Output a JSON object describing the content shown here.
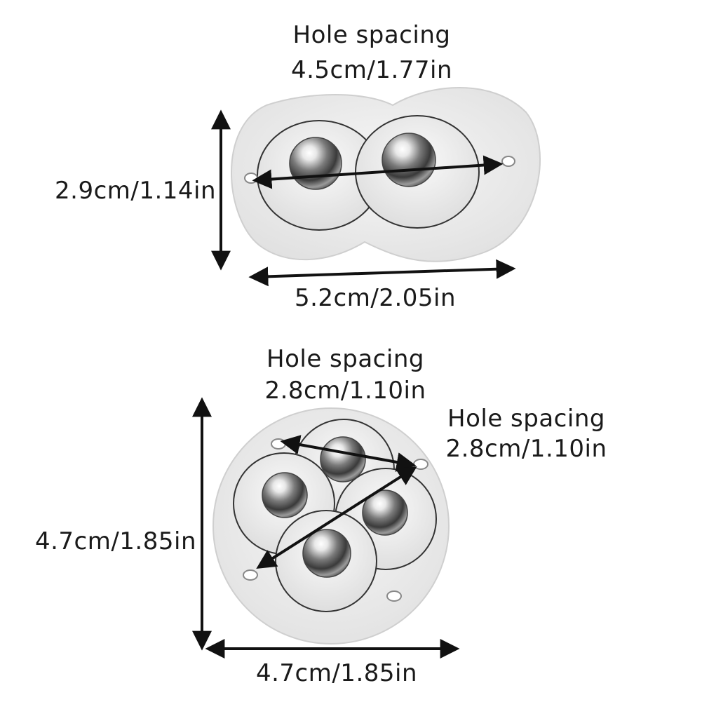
{
  "top_caster": {
    "hole_spacing_title": "Hole spacing",
    "hole_spacing_value": "4.5cm/1.77in",
    "height": "2.9cm/1.14in",
    "width": "5.2cm/2.05in"
  },
  "bottom_caster": {
    "hole_spacing_a_title": "Hole spacing",
    "hole_spacing_a_value": "2.8cm/1.10in",
    "hole_spacing_b_title": "Hole spacing",
    "hole_spacing_b_value": "2.8cm/1.10in",
    "height": "4.7cm/1.85in",
    "width": "4.7cm/1.85in"
  },
  "colors": {
    "housing": "#f2f2f2",
    "outline": "#2a2a2a",
    "arrow": "#111111",
    "text": "#1a1a1a"
  }
}
